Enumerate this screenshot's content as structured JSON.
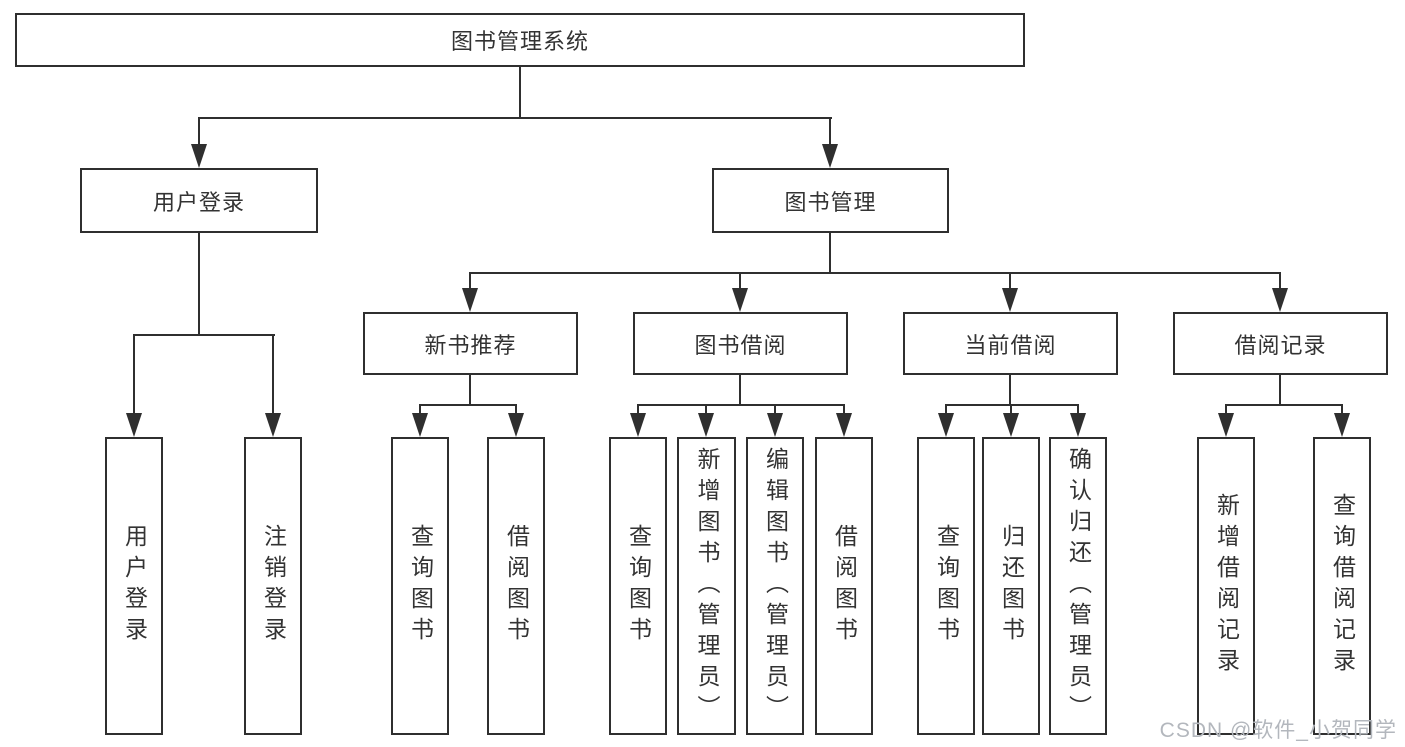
{
  "nodes": {
    "root": "图书管理系统",
    "level2": [
      {
        "label": "用户登录",
        "children": [
          "用户登录",
          "注销登录"
        ]
      },
      {
        "label": "图书管理",
        "sections": [
          {
            "label": "新书推荐",
            "children": [
              "查询图书",
              "借阅图书"
            ]
          },
          {
            "label": "图书借阅",
            "children": [
              "查询图书",
              "新增图书（管理员）",
              "编辑图书（管理员）",
              "借阅图书"
            ]
          },
          {
            "label": "当前借阅",
            "children": [
              "查询图书",
              "归还图书",
              "确认归还（管理员）"
            ]
          },
          {
            "label": "借阅记录",
            "children": [
              "新增借阅记录",
              "查询借阅记录"
            ]
          }
        ]
      }
    ]
  },
  "watermark": "CSDN @软件_小贺同学",
  "colors": {
    "line": "#2f2f2f",
    "text": "#333333",
    "watermark": "#b3b7bd",
    "background": "#ffffff"
  }
}
